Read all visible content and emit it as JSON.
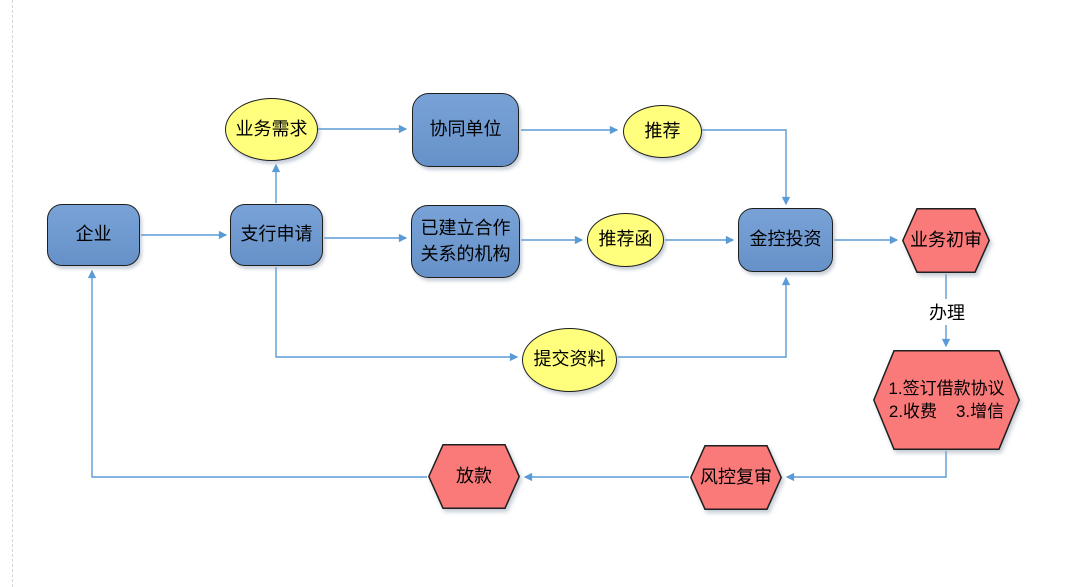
{
  "diagram": {
    "type": "flowchart",
    "background": "#ffffff"
  },
  "colors": {
    "node_blue": "#6e9bd2",
    "node_yellow": "#ffff7d",
    "node_red": "#fa7a7a",
    "shape_border": "#1f1f1f",
    "connector": "#5b9bd5",
    "page_break": "#d6d6d6",
    "text": "#000000"
  },
  "nodes": {
    "qiye": {
      "label": "企业",
      "shape": "rounded-rect",
      "color": "blue"
    },
    "zhihang": {
      "label": "支行申请",
      "shape": "rounded-rect",
      "color": "blue"
    },
    "yewuxuqiu": {
      "label": "业务需求",
      "shape": "ellipse",
      "color": "yellow"
    },
    "xietong": {
      "label": "协同单位",
      "shape": "rounded-rect",
      "color": "blue"
    },
    "tuijian": {
      "label": "推荐",
      "shape": "ellipse",
      "color": "yellow"
    },
    "jianli": {
      "label": "已建立合作关系的机构",
      "lines": [
        "已建立合作",
        "关系的机构"
      ],
      "shape": "rounded-rect",
      "color": "blue"
    },
    "tuijianhan": {
      "label": "推荐函",
      "shape": "ellipse",
      "color": "yellow"
    },
    "jinkong": {
      "label": "金控投资",
      "shape": "rounded-rect",
      "color": "blue"
    },
    "chushen": {
      "label": "业务初审",
      "shape": "hexagon",
      "color": "red"
    },
    "qianding": {
      "label": "1.签订借款协议 2.收费 3.增信",
      "lines": [
        "1.签订借款协议",
        "2.收费    3.增信"
      ],
      "shape": "hexagon",
      "color": "red"
    },
    "fengkong": {
      "label": "风控复审",
      "shape": "hexagon",
      "color": "red"
    },
    "fangkuan": {
      "label": "放款",
      "shape": "hexagon",
      "color": "red"
    },
    "tijiao": {
      "label": "提交资料",
      "shape": "ellipse",
      "color": "yellow"
    }
  },
  "edge_labels": {
    "banli": "办理"
  },
  "edges": [
    {
      "from": "qiye",
      "to": "zhihang"
    },
    {
      "from": "zhihang",
      "to": "yewuxuqiu"
    },
    {
      "from": "yewuxuqiu",
      "to": "xietong"
    },
    {
      "from": "xietong",
      "to": "tuijian"
    },
    {
      "from": "tuijian",
      "to": "jinkong"
    },
    {
      "from": "zhihang",
      "to": "jianli"
    },
    {
      "from": "jianli",
      "to": "tuijianhan"
    },
    {
      "from": "tuijianhan",
      "to": "jinkong"
    },
    {
      "from": "jinkong",
      "to": "chushen"
    },
    {
      "from": "chushen",
      "to": "qianding",
      "label": "办理"
    },
    {
      "from": "zhihang",
      "to": "tijiao"
    },
    {
      "from": "tijiao",
      "to": "jinkong"
    },
    {
      "from": "qianding",
      "to": "fengkong"
    },
    {
      "from": "fengkong",
      "to": "fangkuan"
    },
    {
      "from": "fangkuan",
      "to": "qiye"
    }
  ]
}
